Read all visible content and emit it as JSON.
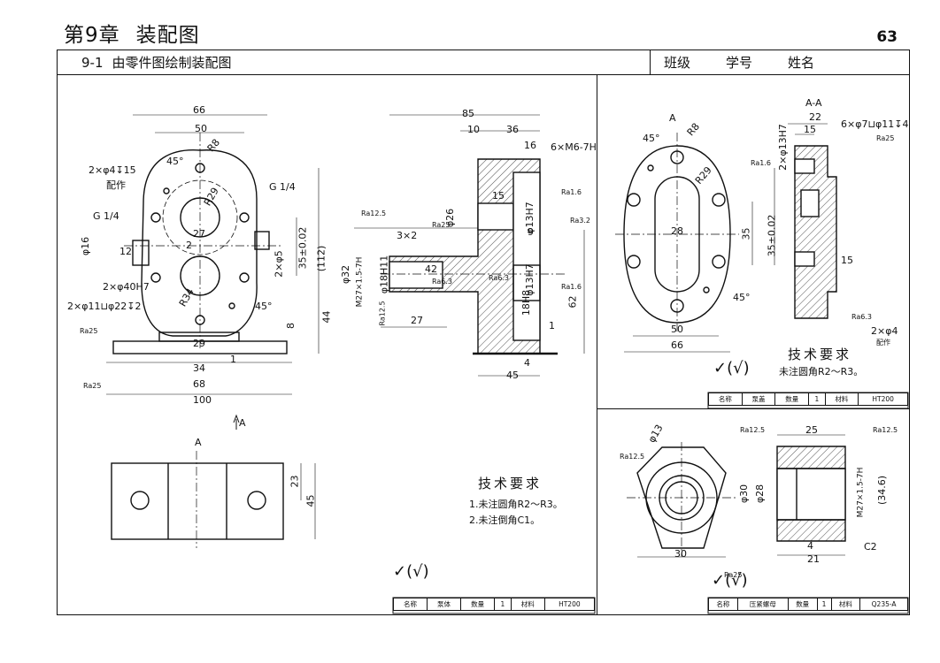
{
  "chapter": {
    "number": "第9章",
    "title": "装配图"
  },
  "page_number": "63",
  "header": {
    "section_no": "9-1",
    "section_title": "由零件图绘制装配图",
    "class_label": "班级",
    "student_no_label": "学号",
    "name_label": "姓名"
  },
  "pump_body": {
    "dims": {
      "w66": "66",
      "w50": "50",
      "r8": "R8",
      "r29": "R29",
      "a45": "45°",
      "r34": "R34",
      "g14a": "G 1/4",
      "g14b": "G 1/4",
      "holes": "2×φ4↧15",
      "peizuo": "配作",
      "d16": "φ16",
      "d12": "12",
      "d2": "2",
      "d27": "27",
      "d2x5": "2×φ5",
      "h35": "35±0.02",
      "h112": "(112)",
      "h44": "44",
      "h8": "8",
      "bore": "2×φ40H7",
      "cb": "2×φ11⊔φ22↧2",
      "w29": "29",
      "w34": "34",
      "w68": "68",
      "w100": "100",
      "a45b": "45°",
      "t1": "1",
      "ra25a": "Ra25",
      "ra25b": "Ra25",
      "arrowA": "A"
    },
    "section": {
      "w85": "85",
      "w10": "10",
      "w36": "36",
      "w16": "16",
      "m6": "6×M6-7H",
      "ra16a": "Ra1.6",
      "ra32": "Ra3.2",
      "ra125": "Ra12.5",
      "ra25": "Ra25",
      "r3x2": "3×2",
      "d26": "φ26",
      "d13": "φ13H7",
      "d9": "9",
      "d15": "15",
      "d42": "42",
      "d32": "φ32",
      "m27": "M27×1.5-7H",
      "d18": "φ18H11",
      "ra63a": "Ra6.3",
      "ra63b": "Ra6.3",
      "d13b": "φ13H7",
      "d18b": "18H8",
      "ra16b": "Ra1.6",
      "h62": "62",
      "w27": "27",
      "w4": "4",
      "w45": "45",
      "ra125b": "Ra12.5",
      "t1": "1"
    },
    "viewA": {
      "label": "A",
      "h23": "23",
      "h45": "45"
    },
    "tech": {
      "title": "技术要求",
      "line1": "1.未注圆角R2～R3。",
      "line2": "2.未注倒角C1。"
    },
    "roughness": "(√)",
    "titleblock": {
      "name_l": "名称",
      "name": "泵体",
      "qty_l": "数量",
      "qty": "1",
      "mat_l": "材料",
      "mat": "HT200"
    }
  },
  "pump_cover": {
    "dims": {
      "a45": "45°",
      "r8": "R8",
      "r29": "R29",
      "d28": "28",
      "d35": "35",
      "w50": "50",
      "w66": "66",
      "a45b": "45°",
      "arrowA": "A",
      "secA": "A-A",
      "w22": "22",
      "w15": "15",
      "holes": "6×φ7⊔φ11↧4",
      "ra25": "Ra25",
      "ra16": "Ra1.6",
      "d13": "2×φ13H7",
      "h35": "35±0.02",
      "h15": "15",
      "ra63": "Ra6.3",
      "pin": "2×φ4",
      "peizuo": "配作"
    },
    "tech": {
      "title": "技术要求",
      "line1": "未注圆角R2～R3。"
    },
    "roughness": "(√)",
    "titleblock": {
      "name_l": "名称",
      "name": "泵盖",
      "qty_l": "数量",
      "qty": "1",
      "mat_l": "材料",
      "mat": "HT200"
    }
  },
  "nut": {
    "dims": {
      "d13": "φ13",
      "ra125a": "Ra12.5",
      "ra125b": "Ra12.5",
      "ra125c": "Ra12.5",
      "w25": "25",
      "d30": "φ30",
      "d28": "φ28",
      "m27": "M27×1.5-7H",
      "d346": "(34.6)",
      "w30": "30",
      "w4": "4",
      "w21": "21",
      "c2": "C2",
      "ra25": "Ra25"
    },
    "roughness": "(√)",
    "titleblock": {
      "name_l": "名称",
      "name": "压紧螺母",
      "qty_l": "数量",
      "qty": "1",
      "mat_l": "材料",
      "mat": "Q235-A"
    }
  }
}
